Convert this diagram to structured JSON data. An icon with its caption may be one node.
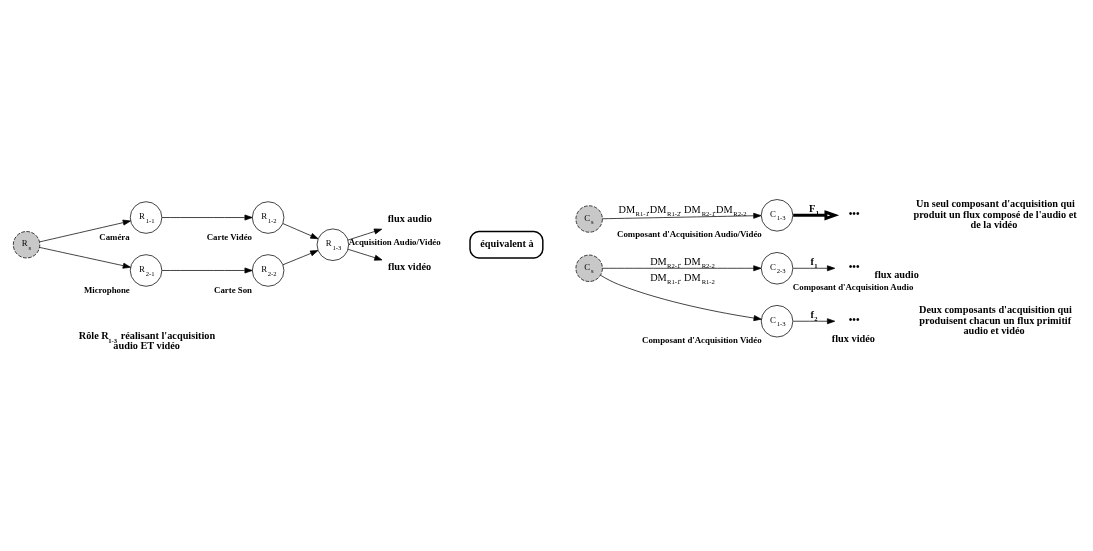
{
  "diagram": {
    "nodes": [
      {
        "text": [
          "R$_{s}$"
        ]
      },
      {
        "text": [
          "R$_{1-1}$"
        ],
        "beside": [
          "Caméra"
        ]
      },
      {
        "text": [
          "R$_{1-2}$"
        ],
        "beside": [
          "Carte Vidéo"
        ]
      },
      {
        "text": [
          "R$_{2-1}$"
        ],
        "beside": [
          "Microphone"
        ]
      },
      {
        "text": [
          "R$_{2-2}$"
        ],
        "beside": [
          "Carte Son"
        ]
      },
      {
        "text": [
          "R$_{1-3}$"
        ],
        "beside": [
          "Acquisition Audio/Vidéo"
        ]
      },
      {
        "text": [
          "flux audio"
        ]
      },
      {
        "text": [
          "flux vidéo"
        ]
      },
      {
        "text": [
          "équivalent à"
        ]
      },
      {
        "text": [
          "C$_{s}$"
        ]
      },
      {
        "text": [
          "C$_{1-3}$"
        ],
        "beside": [
          "Composant d'Acquisition Audio/Vidéo"
        ]
      },
      {
        "text": [
          "•••"
        ]
      },
      {
        "text": [
          "C$_{s}$"
        ]
      },
      {
        "text": [
          "C$_{2-3}$"
        ],
        "beside": [
          "Composant d'Acquisition Audio"
        ]
      },
      {
        "text": [
          "C$_{1-3}$"
        ],
        "beside": [
          "Composant d'Acquisition Vidéo"
        ]
      },
      {
        "text": [
          "•••"
        ],
        "beside": [
          "flux audio"
        ]
      },
      {
        "text": [
          "•••"
        ],
        "beside": [
          "flux vidéo"
        ]
      }
    ],
    "edges": [
      {
        "from": 0,
        "to": 1,
        "arrow": "to"
      },
      {
        "from": 1,
        "to": 2,
        "arrow": "to"
      },
      {
        "from": 0,
        "to": 3,
        "arrow": "to"
      },
      {
        "from": 3,
        "to": 4,
        "arrow": "to"
      },
      {
        "from": 2,
        "to": 5,
        "arrow": "to"
      },
      {
        "from": 4,
        "to": 5,
        "arrow": "to"
      },
      {
        "from": 5,
        "to": 6,
        "arrow": "to"
      },
      {
        "from": 5,
        "to": 7,
        "arrow": "to"
      },
      {
        "from": 9,
        "to": 10,
        "arrow": "to",
        "label": "DM$_{R1-1}$.DM$_{R1-2}$. DM$_{R2-1}$.DM$_{R2-2}$"
      },
      {
        "from": 10,
        "to": 11,
        "arrow": "to",
        "label": "F$_{1}$",
        "style": "thick"
      },
      {
        "from": 12,
        "to": 13,
        "arrow": "to",
        "label": "DM$_{R2-1}$. DM$_{R2-2}$"
      },
      {
        "from": 12,
        "to": 14,
        "arrow": "to",
        "label": "DM$_{R1-1}$. DM$_{R1-2}$"
      },
      {
        "from": 13,
        "to": 15,
        "arrow": "to",
        "label": "f$_{1}$"
      },
      {
        "from": 14,
        "to": 16,
        "arrow": "to",
        "label": "f$_{2}$"
      }
    ],
    "labels": [
      "Rôle R$_{1-3}$ réalisant l'acquisition audio ET vidéo",
      "Un seul composant d'acquisition qui produit un flux composé de l'audio et de la vidéo",
      "Deux composants d'acquisition qui produisent chacun un flux primitif audio et vidéo"
    ]
  }
}
